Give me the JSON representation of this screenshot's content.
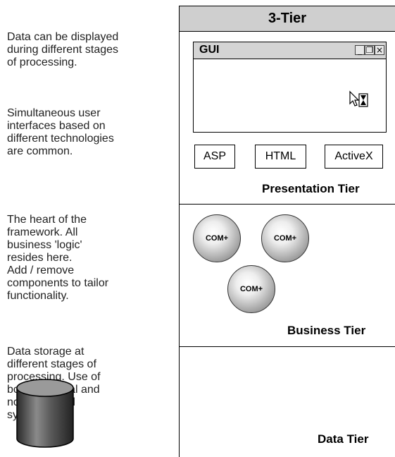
{
  "descriptions": {
    "display": [
      "Data can be displayed",
      "during different stages",
      "of processing."
    ],
    "interfaces": [
      "Simultaneous user",
      "interfaces based on",
      "different technologies",
      "are common."
    ],
    "business": [
      "The heart of the",
      "framework. All",
      "business 'logic'",
      "resides here.",
      "Add / remove",
      "components to tailor",
      "functionality."
    ],
    "data": [
      "Data storage at",
      "different stages of",
      "processing. Use of",
      "both relational and",
      "non-relational",
      "systems."
    ]
  },
  "header": {
    "title": "3-Tier"
  },
  "presentation": {
    "label": "Presentation Tier",
    "gui_title": "GUI",
    "window_buttons": [
      "_",
      "❐",
      "×"
    ],
    "technologies": [
      "ASP",
      "HTML",
      "ActiveX"
    ]
  },
  "business": {
    "label": "Business Tier",
    "components": [
      "COM+",
      "COM+",
      "COM+"
    ]
  },
  "data_tier": {
    "label": "Data Tier"
  },
  "icons": {
    "gui_cursor": "hourglass-cursor-icon",
    "storage": "database-cylinder-icon"
  }
}
